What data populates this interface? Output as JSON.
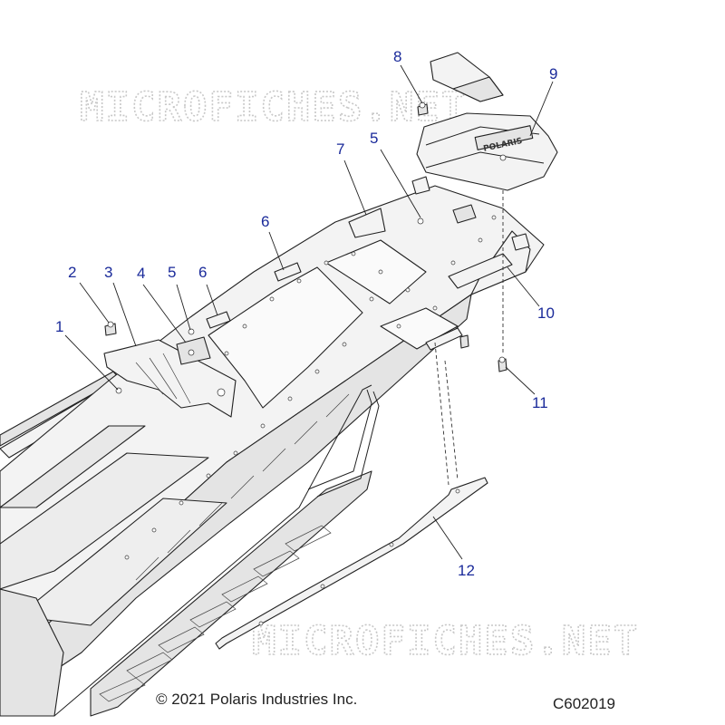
{
  "watermark": {
    "text": "MICROFICHES.NET"
  },
  "callouts": [
    {
      "id": "1",
      "label": "1"
    },
    {
      "id": "2",
      "label": "2"
    },
    {
      "id": "3",
      "label": "3"
    },
    {
      "id": "4",
      "label": "4"
    },
    {
      "id": "5a",
      "label": "5"
    },
    {
      "id": "6a",
      "label": "6"
    },
    {
      "id": "6b",
      "label": "6"
    },
    {
      "id": "7",
      "label": "7"
    },
    {
      "id": "5b",
      "label": "5"
    },
    {
      "id": "8",
      "label": "8"
    },
    {
      "id": "9",
      "label": "9"
    },
    {
      "id": "10",
      "label": "10"
    },
    {
      "id": "11",
      "label": "11"
    },
    {
      "id": "12",
      "label": "12"
    }
  ],
  "cover_logo": "POLARIS",
  "footer": {
    "copyright": "© 2021 Polaris Industries Inc.",
    "diagram_code": "C602019"
  }
}
